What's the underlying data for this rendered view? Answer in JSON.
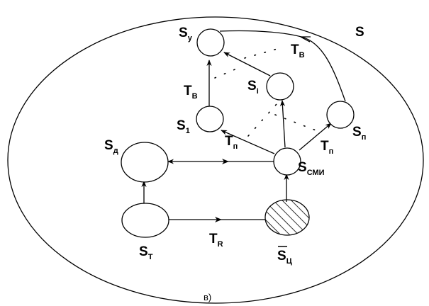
{
  "diagram": {
    "set_label": "S",
    "caption": "в)",
    "nodes": {
      "s_y": {
        "main": "S",
        "sub": "у"
      },
      "s_i": {
        "main": "S",
        "sub": "i"
      },
      "s_1": {
        "main": "S",
        "sub": "1"
      },
      "s_n": {
        "main": "S",
        "sub": "п"
      },
      "s_d": {
        "main": "S",
        "sub": "д"
      },
      "s_smi": {
        "main": "S",
        "sub": "СМИ"
      },
      "s_t": {
        "main": "S",
        "sub": "Т"
      },
      "s_c": {
        "main": "S",
        "sub": "Ц",
        "overline": true
      }
    },
    "edges": {
      "t_v_top": {
        "main": "Т",
        "sub": "В"
      },
      "t_v_left": {
        "main": "Т",
        "sub": "В"
      },
      "t_n_left": {
        "main": "Т",
        "sub": "п"
      },
      "t_n_right": {
        "main": "Т",
        "sub": "п"
      },
      "t_r": {
        "main": "Т",
        "sub": "R"
      }
    }
  }
}
